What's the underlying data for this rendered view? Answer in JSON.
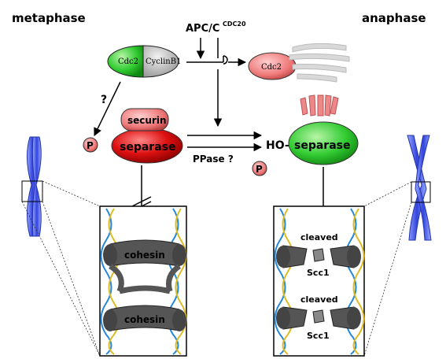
{
  "titles": {
    "left": "metaphase",
    "right": "anaphase"
  },
  "apc": {
    "main": "APC/C",
    "sup": "CDC20"
  },
  "cdc2_cyclin": {
    "left": "Cdc2",
    "right": "CyclinB1"
  },
  "cdc2_free": "Cdc2",
  "question_mark": "?",
  "securin": "securin",
  "separase_left": "separase",
  "phospho": "P",
  "phospho_free": "P",
  "ho_label": "HO-",
  "separase_right": "separase",
  "ppase": "PPase ?",
  "cohesin_labels": [
    "cohesin",
    "cohesin"
  ],
  "cleaved_labels": [
    {
      "line1": "cleaved",
      "line2": "Scc1"
    },
    {
      "line1": "cleaved",
      "line2": "Scc1"
    }
  ],
  "colors": {
    "green": "#33cc33",
    "red": "#dd1111",
    "pink": "#ee7777",
    "grey": "#bbbbbb",
    "chromosome": "#4455dd",
    "cohesin": "#555555"
  }
}
